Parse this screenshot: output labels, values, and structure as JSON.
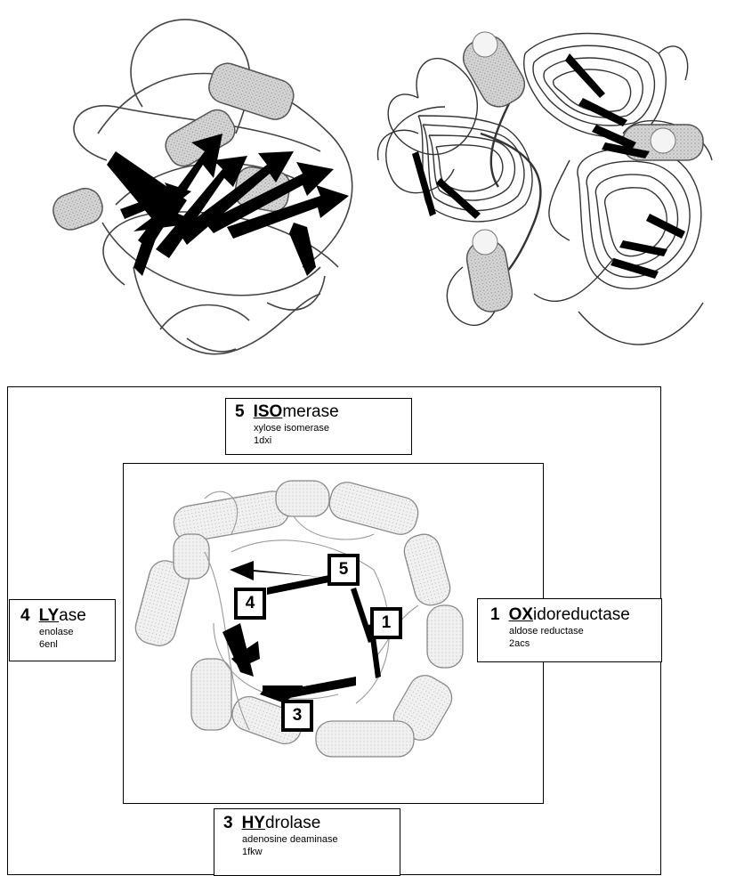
{
  "labels": {
    "isomerase": {
      "number": "5",
      "acronym": "ISO",
      "rest": "merase",
      "enzyme": "xylose isomerase",
      "pdb": "1dxi"
    },
    "lyase": {
      "number": "4",
      "acronym": "LY",
      "rest": "ase",
      "enzyme": "enolase",
      "pdb": "6enl"
    },
    "oxidoreductase": {
      "number": "1",
      "acronym": "OX",
      "rest": "idoreductase",
      "enzyme": "aldose reductase",
      "pdb": "2acs"
    },
    "hydrolase": {
      "number": "3",
      "acronym": "HY",
      "rest": "drolase",
      "enzyme": "adenosine deaminase",
      "pdb": "1fkw"
    }
  },
  "markers": [
    "5",
    "4",
    "1",
    "3"
  ]
}
